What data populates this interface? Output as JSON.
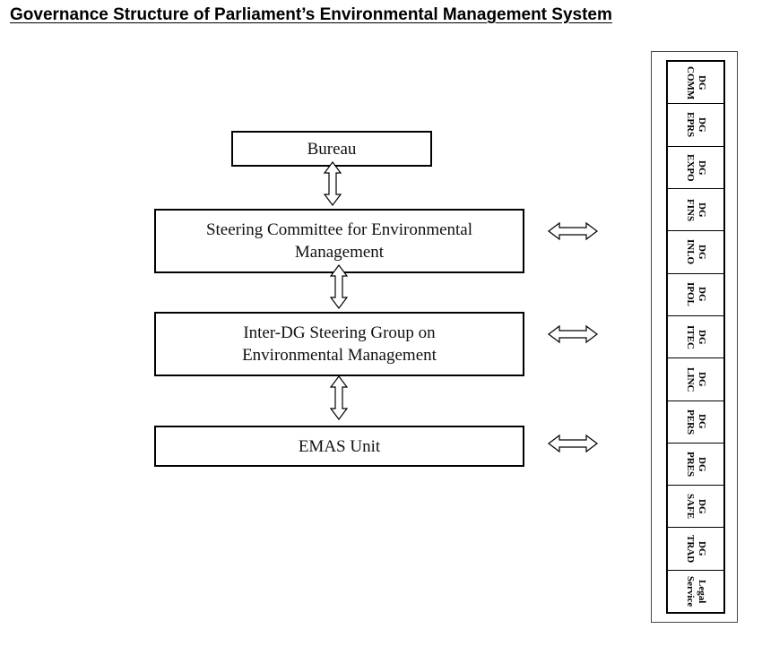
{
  "title": "Governance Structure of Parliament’s Environmental Management System",
  "boxes": {
    "bureau": "Bureau",
    "steering_committee": "Steering Committee for Environmental Management",
    "inter_dg_group": "Inter-DG Steering Group on Environmental Management",
    "emas_unit": "EMAS Unit"
  },
  "directorates": [
    "DG\nCOMM",
    "DG\nEPRS",
    "DG\nEXPO",
    "DG\nFINS",
    "DG\nINLO",
    "DG\nIPOL",
    "DG\nITEC",
    "DG\nLINC",
    "DG\nPERS",
    "DG\nPRES",
    "DG\nSAFE",
    "DG\nTRAD",
    "Legal\nService"
  ]
}
